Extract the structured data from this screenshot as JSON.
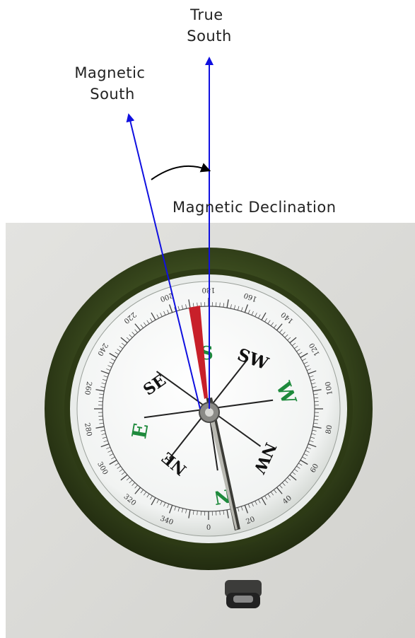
{
  "labels": {
    "true_south": [
      "True",
      "South"
    ],
    "magnetic_south": [
      "Magnetic",
      "South"
    ],
    "declination": "Magnetic Declination"
  },
  "compass": {
    "cardinals": {
      "S": "S",
      "SW": "SW",
      "W": "W",
      "NW": "NW",
      "N": "N",
      "NE": "NE",
      "E": "E",
      "SE": "SE"
    },
    "degree_labels": [
      "0",
      "20",
      "40",
      "60",
      "80",
      "100",
      "120",
      "140",
      "160",
      "180",
      "200",
      "220",
      "240",
      "260",
      "280",
      "300",
      "320",
      "340"
    ]
  },
  "colors": {
    "arrow": "#1010e0",
    "bezel": "#3a4a1e",
    "needle_red": "#c8202a",
    "cardinal_green": "#1e8a3c",
    "background_photo": "#dcdcd8"
  },
  "icons": {
    "declination_arrow": "curved-arrow-icon"
  }
}
